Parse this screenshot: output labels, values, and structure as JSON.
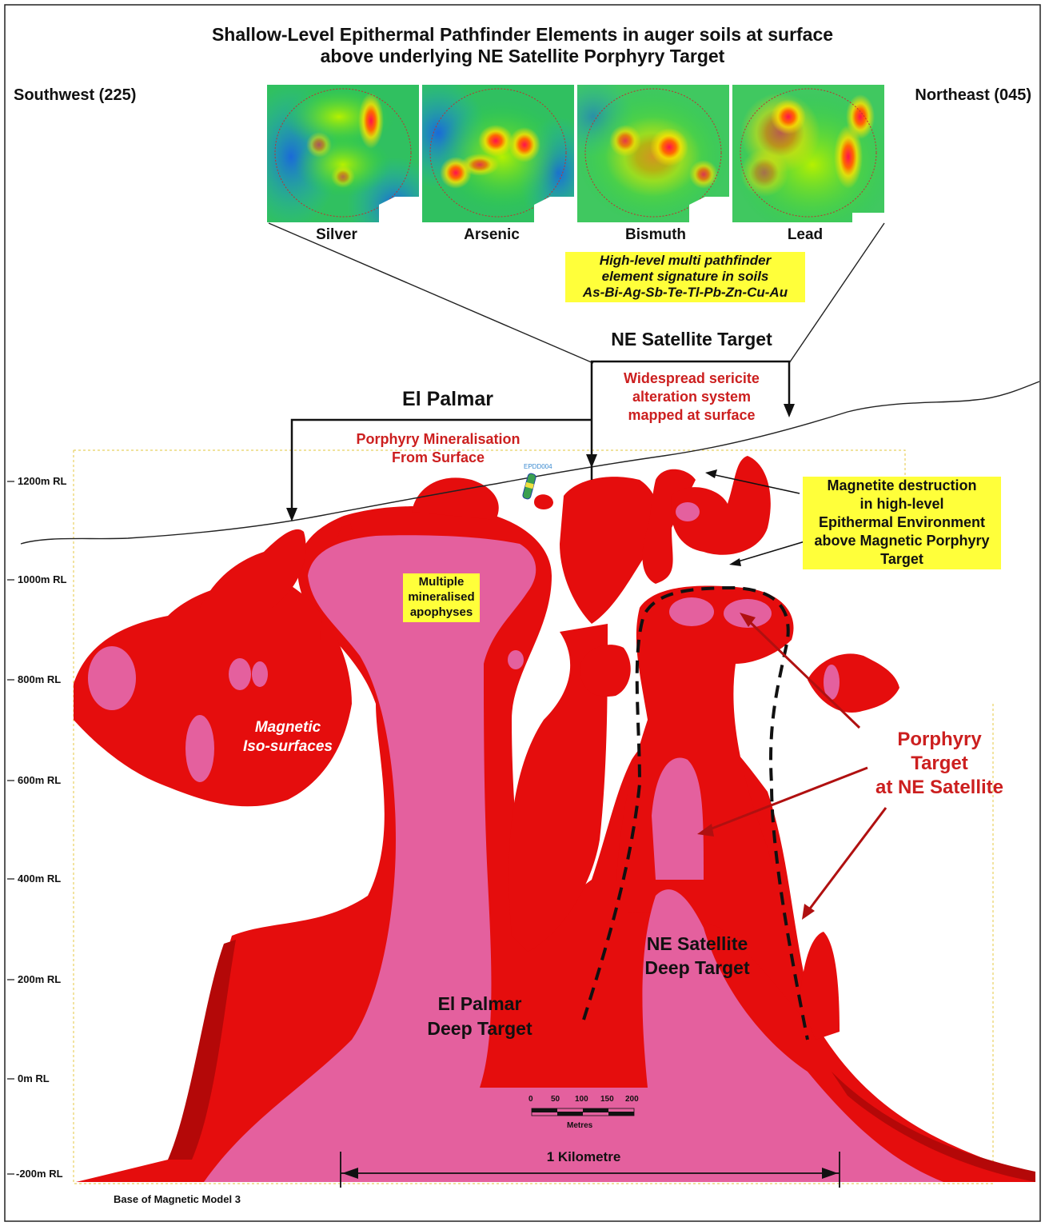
{
  "title": {
    "line1": "Shallow-Level Epithermal Pathfinder Elements in auger soils at surface",
    "line2": "above underlying NE Satellite Porphyry Target"
  },
  "directions": {
    "left": "Southwest (225)",
    "right": "Northeast (045)"
  },
  "soil_maps": [
    {
      "label": "Silver"
    },
    {
      "label": "Arsenic"
    },
    {
      "label": "Bismuth"
    },
    {
      "label": "Lead"
    }
  ],
  "pathfinder_box": {
    "line1": "High-level multi pathfinder",
    "line2": "element signature in soils",
    "line3": "As-Bi-Ag-Sb-Te-Tl-Pb-Zn-Cu-Au"
  },
  "targets": {
    "ne_satellite": "NE Satellite Target",
    "el_palmar": "El Palmar"
  },
  "annotations": {
    "sericite_1": "Widespread sericite",
    "sericite_2": "alteration system",
    "sericite_3": "mapped at surface",
    "porphyry_min_1": "Porphyry Mineralisation",
    "porphyry_min_2": "From Surface",
    "drillhole": "EPDD004",
    "magnetite_1": "Magnetite destruction",
    "magnetite_2": "in high-level",
    "magnetite_3": "Epithermal Environment",
    "magnetite_4": "above Magnetic Porphyry",
    "magnetite_5": "Target",
    "apophyses_1": "Multiple",
    "apophyses_2": "mineralised",
    "apophyses_3": "apophyses",
    "iso_1": "Magnetic",
    "iso_2": "Iso-surfaces",
    "porphyry_target_1": "Porphyry",
    "porphyry_target_2": "Target",
    "porphyry_target_3": "at NE Satellite",
    "ne_deep_1": "NE Satellite",
    "ne_deep_2": "Deep Target",
    "ep_deep_1": "El Palmar",
    "ep_deep_2": "Deep Target",
    "kilometre": "1 Kilometre",
    "base": "Base of Magnetic Model 3"
  },
  "rl_labels": [
    "1200m RL",
    "1000m RL",
    "800m RL",
    "600m RL",
    "400m RL",
    "200m RL",
    "0m RL",
    "-200m RL"
  ],
  "scale_bar": {
    "ticks": [
      "0",
      "50",
      "100",
      "150",
      "200"
    ],
    "unit": "Metres"
  },
  "colors": {
    "iso_red": "#e50d0d",
    "iso_dark": "#b40808",
    "core_pink": "#e4609e",
    "annotation_red": "#cc1f1f",
    "highlight_yellow": "#ffff3a"
  }
}
